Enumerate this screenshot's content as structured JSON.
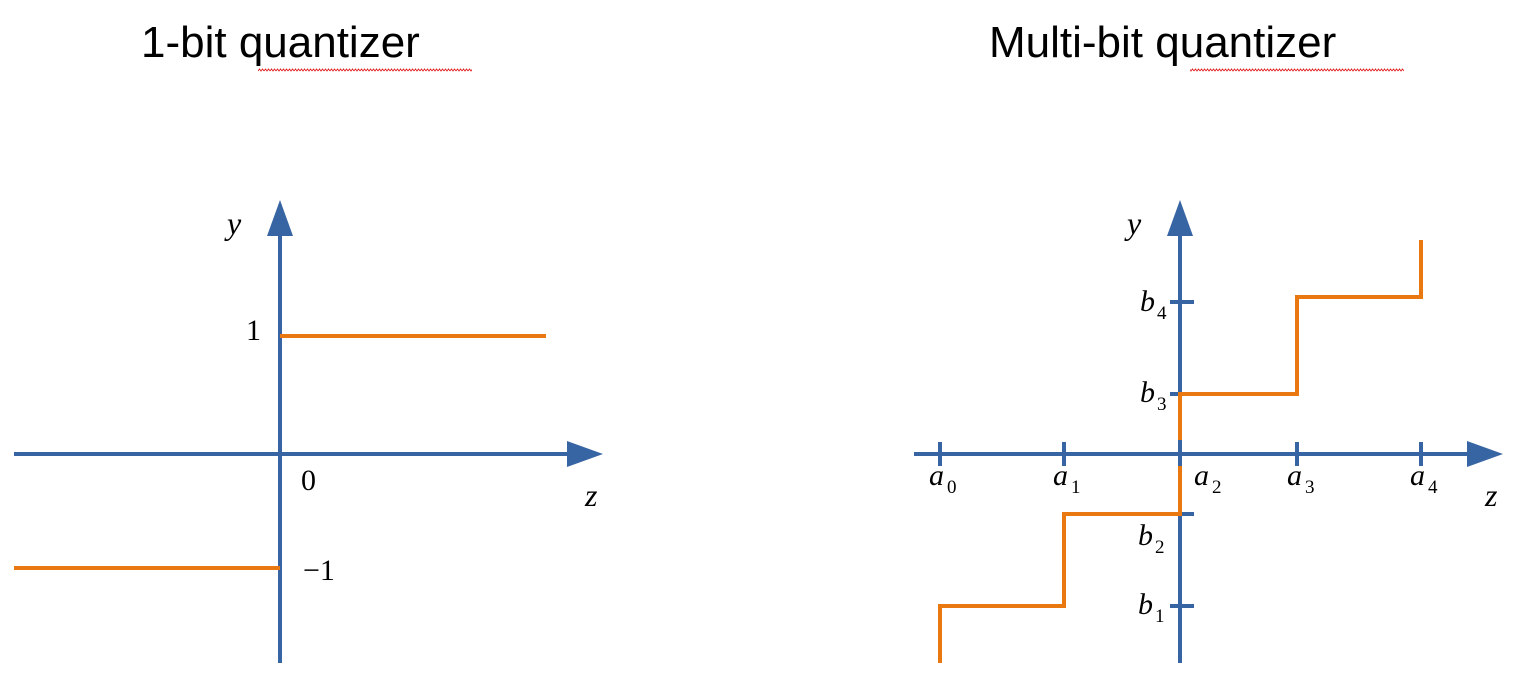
{
  "left_panel": {
    "title_prefix": "1-bit ",
    "title_word": "quantizer",
    "y_axis_label": "y",
    "x_axis_label": "z",
    "label_one": "1",
    "label_zero": "0",
    "label_minus_one": "−1"
  },
  "right_panel": {
    "title_prefix": "Multi-bit ",
    "title_word": "quantizer",
    "y_axis_label": "y",
    "x_axis_label": "z",
    "x_ticks": [
      {
        "sym": "a",
        "sub": "0"
      },
      {
        "sym": "a",
        "sub": "1"
      },
      {
        "sym": "a",
        "sub": "2"
      },
      {
        "sym": "a",
        "sub": "3"
      },
      {
        "sym": "a",
        "sub": "4"
      }
    ],
    "y_ticks": [
      {
        "sym": "b",
        "sub": "1"
      },
      {
        "sym": "b",
        "sub": "2"
      },
      {
        "sym": "b",
        "sub": "3"
      },
      {
        "sym": "b",
        "sub": "4"
      }
    ]
  },
  "colors": {
    "axis": "#3765A4",
    "curve": "#E8780F",
    "spellcheck_underline": "#E02020"
  }
}
